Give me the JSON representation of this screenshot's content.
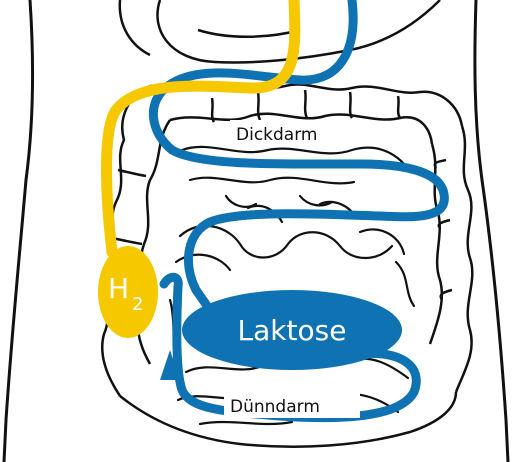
{
  "colors": {
    "blue": "#0f72b2",
    "yellow": "#f5c800",
    "outline": "#111111",
    "background": "#ffffff"
  },
  "labels": {
    "colon": "Dickdarm",
    "small_intestine": "Dünndarm",
    "lactose": "Laktose",
    "hydrogen": "H",
    "hydrogen_subscript": "2"
  }
}
